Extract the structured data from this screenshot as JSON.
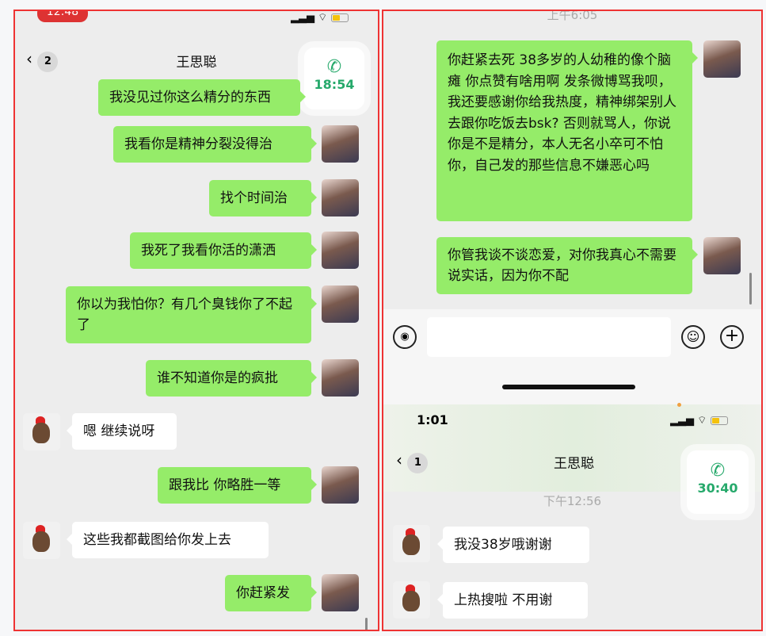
{
  "left": {
    "status_time": "12:48",
    "back_badge": "2",
    "title": "王思聪",
    "call_timer": "18:54",
    "messages": [
      {
        "side": "right",
        "text": "我没见过你这么精分的东西"
      },
      {
        "side": "right",
        "text": "我看你是精神分裂没得治"
      },
      {
        "side": "right",
        "text": "找个时间治"
      },
      {
        "side": "right",
        "text": "我死了我看你活的潇洒"
      },
      {
        "side": "right",
        "text": "你以为我怕你？有几个臭钱你了不起了"
      },
      {
        "side": "right",
        "text": "谁不知道你是的疯批"
      },
      {
        "side": "left",
        "text": "嗯 继续说呀"
      },
      {
        "side": "right",
        "text": "跟我比 你略胜一等"
      },
      {
        "side": "left",
        "text": "这些我都截图给你发上去"
      },
      {
        "side": "right",
        "text": "你赶紧发"
      }
    ]
  },
  "right_top": {
    "timestamp": "上午6:05",
    "messages": [
      {
        "side": "right",
        "text": "你赶紧去死 38多岁的人幼稚的像个脑瘫 你点赞有啥用啊 发条微博骂我呗，我还要感谢你给我热度，精神绑架别人去跟你吃饭去bsk? 否则就骂人，你说你是不是精分，本人无名小卒可不怕你，自己发的那些信息不嫌恶心吗"
      },
      {
        "side": "right",
        "text": "你管我谈不谈恋爱，对你我真心不需要说实话，因为你不配"
      }
    ],
    "input_value": ""
  },
  "right_bottom": {
    "status_time": "1:01",
    "back_badge": "1",
    "title": "王思聪",
    "call_timer": "30:40",
    "timestamp": "下午12:56",
    "messages": [
      {
        "side": "left",
        "text": "我没38岁哦谢谢"
      },
      {
        "side": "left",
        "text": "上热搜啦 不用谢"
      }
    ]
  },
  "colors": {
    "sent_bubble": "#95ec69",
    "received_bubble": "#ffffff",
    "call_green": "#26a96b",
    "highlight_border": "#ee3333"
  }
}
